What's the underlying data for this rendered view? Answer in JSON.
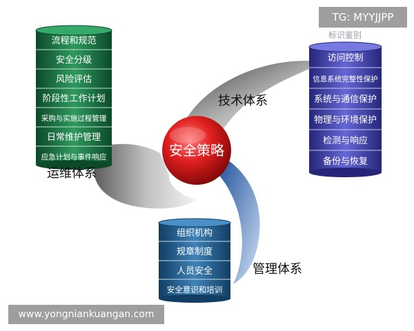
{
  "center": {
    "label": "安全策略"
  },
  "ops": {
    "caption": "运维体系",
    "items": [
      "流程和规范",
      "安全分级",
      "风险评估",
      "阶段性工作计划",
      "采购与实施过程管理",
      "日常维护管理",
      "应急计划与事件响应"
    ]
  },
  "tech": {
    "caption": "技术体系",
    "header": "标识鉴别",
    "items": [
      "访问控制",
      "信息系统完整性保护",
      "系统与通信保护",
      "物理与环境保护",
      "检测与响应",
      "备份与恢复"
    ]
  },
  "mgmt": {
    "caption": "管理体系",
    "items": [
      "组织机构",
      "规章制度",
      "人员安全",
      "安全意识和培训"
    ]
  },
  "watermarks": {
    "tg": "TG: MYYJJPP",
    "site": "www.yongniankuangan.com"
  },
  "colors": {
    "ops": "#1d7a4a",
    "tech": "#3e3fa8",
    "mgmt": "#1f5f8e",
    "center": "#d21414"
  }
}
